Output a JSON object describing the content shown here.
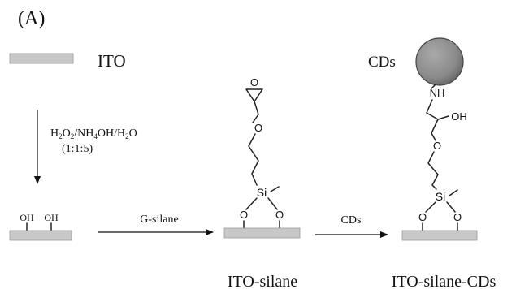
{
  "panel_label": "(A)",
  "ito_label": "ITO",
  "cds_label": "CDs",
  "etch": {
    "line1_parts": [
      {
        "t": "H",
        "s": ""
      },
      {
        "t": "2",
        "s": "sub"
      },
      {
        "t": "O",
        "s": ""
      },
      {
        "t": "2",
        "s": "sub"
      },
      {
        "t": "/NH",
        "s": ""
      },
      {
        "t": "4",
        "s": "sub"
      },
      {
        "t": "OH/H",
        "s": ""
      },
      {
        "t": "2",
        "s": "sub"
      },
      {
        "t": "O",
        "s": ""
      }
    ],
    "ratio": "(1:1:5)"
  },
  "hydroxyl": [
    "OH",
    "OH"
  ],
  "step1_reagent": "G-silane",
  "step2_reagent": "CDs",
  "atoms": {
    "oxygen": "O",
    "silicon": "Si",
    "amine": "NH",
    "hydroxy": "OH"
  },
  "stage_labels": {
    "silane": "ITO-silane",
    "final": "ITO-silane-CDs"
  },
  "colors": {
    "slab": "#c8c8c8",
    "particle": "#8a8a8a",
    "ink": "#111111"
  }
}
